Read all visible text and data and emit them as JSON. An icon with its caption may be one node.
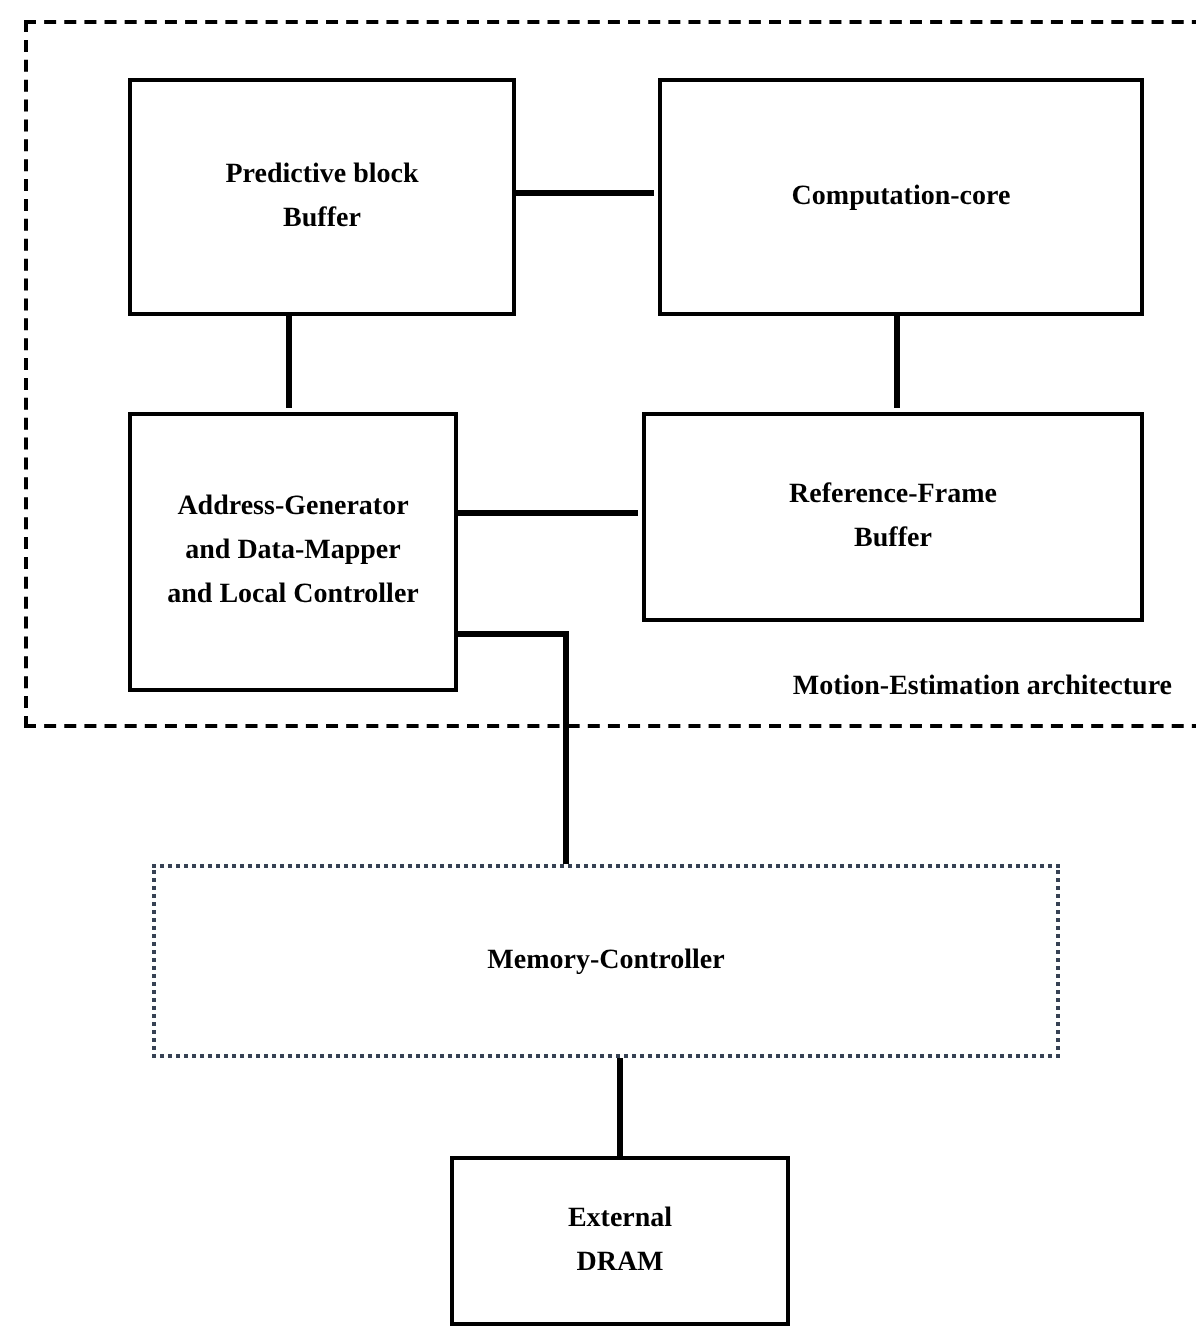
{
  "diagram": {
    "nodes": [
      {
        "text": [
          "Motion-Estimation architecture"
        ]
      },
      {
        "text": [
          "Predictive block Buffer"
        ],
        "in": 0
      },
      {
        "text": [
          "Computation-core"
        ],
        "in": 0
      },
      {
        "text": [
          "Address-Generator and Data-Mapper and Local Controller"
        ],
        "in": 0
      },
      {
        "text": [
          "Reference-Frame Buffer"
        ],
        "in": 0
      },
      {
        "text": [
          "Memory-Controller"
        ]
      },
      {
        "text": [
          "External DRAM"
        ]
      }
    ],
    "edges": [
      {
        "from": 1,
        "to": 2,
        "arrow": "none"
      },
      {
        "from": 1,
        "to": 3,
        "arrow": "none"
      },
      {
        "from": 2,
        "to": 4,
        "arrow": "none"
      },
      {
        "from": 3,
        "to": 4,
        "arrow": "none"
      },
      {
        "from": 3,
        "to": 5,
        "arrow": "none"
      },
      {
        "from": 5,
        "to": 6,
        "arrow": "none"
      }
    ]
  }
}
